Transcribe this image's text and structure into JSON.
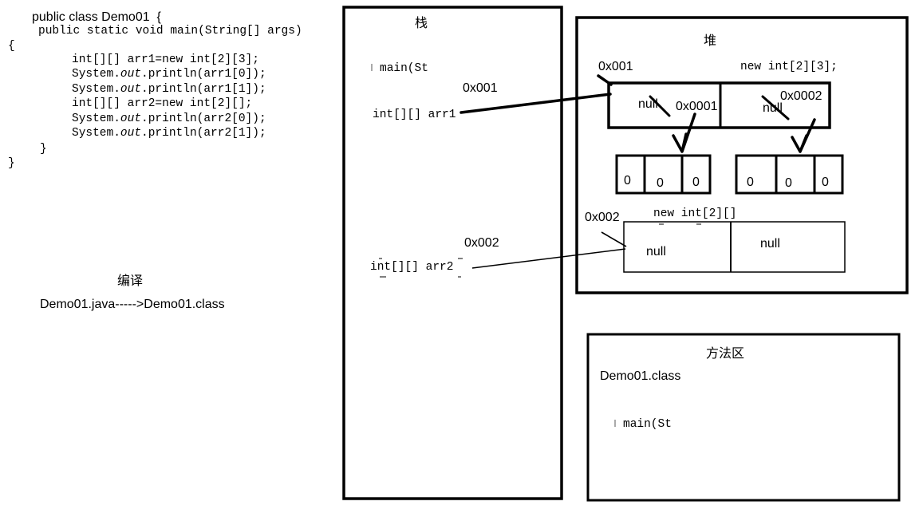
{
  "code": {
    "line1": "public class Demo01  {",
    "line2": "public static void main(String[] args)",
    "line3": "{",
    "line4": "int[][] arr1=new int[2][3];",
    "line5": {
      "pre": "System.",
      "italic": "out",
      "post": ".println(arr1[0]);"
    },
    "line6": {
      "pre": "System.",
      "italic": "out",
      "post": ".println(arr1[1]);"
    },
    "line7": "int[][] arr2=new int[2][];",
    "line8": {
      "pre": "System.",
      "italic": "out",
      "post": ".println(arr2[0]);"
    },
    "line9": {
      "pre": "System.",
      "italic": "out",
      "post": ".println(arr2[1]);"
    },
    "line10": "}",
    "line11": "}"
  },
  "compile": {
    "title": "编译",
    "flow": "Demo01.java----->Demo01.class"
  },
  "stack": {
    "title": "栈",
    "frame": "main(St",
    "arr1_addr": "0x001",
    "arr1_var": "int[][] arr1",
    "arr2_addr": "0x002",
    "arr2_var": "int[][] arr2"
  },
  "heap": {
    "title": "堆",
    "outer1_addr": "0x001",
    "outer1_expr": "new int[2][3];",
    "outer1_cell0_old": "null",
    "outer1_cell0_new": "0x0001",
    "outer1_cell1_old": "null",
    "outer1_cell1_new": "0x0002",
    "inner1_values": [
      "0",
      "0",
      "0"
    ],
    "inner2_values": [
      "0",
      "0",
      "0"
    ],
    "outer2_addr": "0x002",
    "outer2_expr": "new int[2][]",
    "outer2_cell0": "null",
    "outer2_cell1": "null"
  },
  "method_area": {
    "title": "方法区",
    "class_name": "Demo01.class",
    "method": "main(St"
  }
}
